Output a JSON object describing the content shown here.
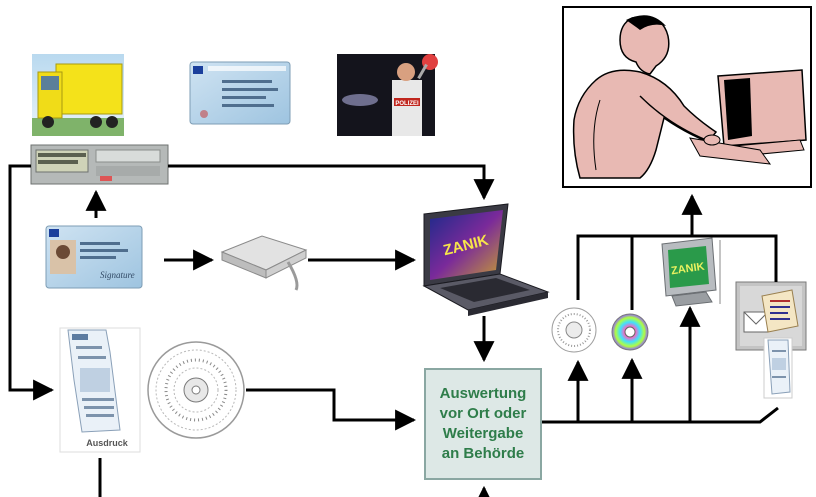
{
  "center_box": {
    "text": "Auswertung\nvor Ort oder\nWeitergabe\nan Behörde"
  },
  "printout": {
    "label": "Ausdruck"
  },
  "laptop": {
    "screen_text": "ZANIK"
  },
  "monitor": {
    "screen_text": "ZANIK"
  },
  "police": {
    "text": "POLIZEI"
  },
  "licence": {
    "signature": "Signature"
  },
  "colors": {
    "box_fill": "#dde8e6",
    "box_border": "#8aa7a2",
    "box_text": "#2e7d4a",
    "arrow": "#000000",
    "person_fill": "#e8b9b3"
  },
  "icons": [
    "truck-photo",
    "driver-card",
    "police-photo",
    "tachograph",
    "driver-licence",
    "card-reader",
    "laptop",
    "tacho-disc",
    "printout",
    "cd-disc",
    "crt-monitor",
    "mail-report",
    "user-at-computer"
  ]
}
